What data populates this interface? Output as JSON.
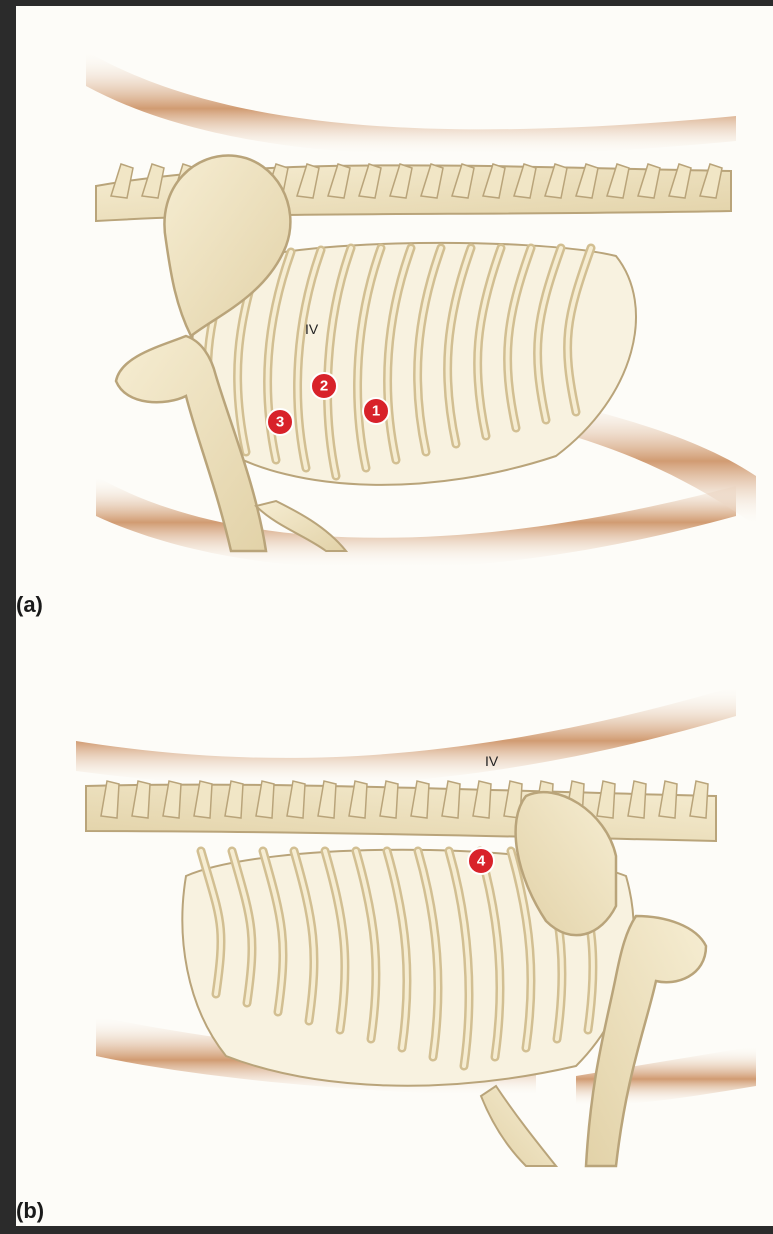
{
  "panels": [
    {
      "id": "a",
      "label": "(a)",
      "rib_label": "IV",
      "markers": [
        {
          "num": "1",
          "color": "#d8222a"
        },
        {
          "num": "2",
          "color": "#d8222a"
        },
        {
          "num": "3",
          "color": "#d8222a"
        }
      ]
    },
    {
      "id": "b",
      "label": "(b)",
      "rib_label": "IV",
      "markers": [
        {
          "num": "4",
          "color": "#d8222a"
        }
      ]
    }
  ],
  "colors": {
    "bone": "#f1e6c6",
    "bone_outline": "#b9a47a",
    "shadow": "#c98a5a",
    "marker": "#d8222a",
    "background": "#fdfcf8"
  }
}
